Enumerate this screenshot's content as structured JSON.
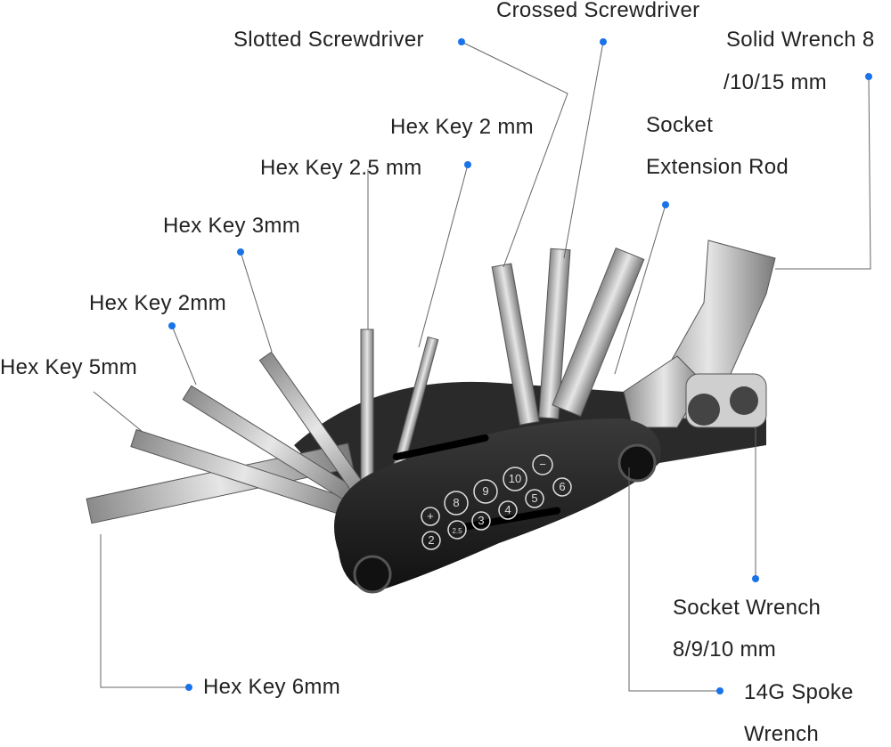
{
  "labels": {
    "crossed_screwdriver": "Crossed Screwdriver",
    "slotted_screwdriver": "Slotted Screwdriver",
    "solid_wrench_1": "Solid Wrench 8",
    "solid_wrench_2": "/10/15 mm",
    "hex_key_2mm_top": "Hex Key 2 mm",
    "socket_ext_1": "Socket",
    "socket_ext_2": "Extension Rod",
    "hex_key_2_5mm": "Hex Key 2.5 mm",
    "hex_key_3mm": "Hex Key 3mm",
    "hex_key_2mm": "Hex Key 2mm",
    "hex_key_5mm": "Hex Key 5mm",
    "hex_key_6mm": "Hex Key 6mm",
    "socket_wrench_1": "Socket Wrench",
    "socket_wrench_2": "8/9/10 mm",
    "spoke_wrench_1": "14G Spoke",
    "spoke_wrench_2": "Wrench"
  },
  "body_markings": [
    "+",
    "8",
    "9",
    "10",
    "−",
    "2",
    "2.5",
    "3",
    "4",
    "5",
    "6"
  ],
  "colors": {
    "dot": "#1a73e8",
    "line": "#555555",
    "body": "#1c1c1c",
    "steel": "#b8b8b8"
  }
}
